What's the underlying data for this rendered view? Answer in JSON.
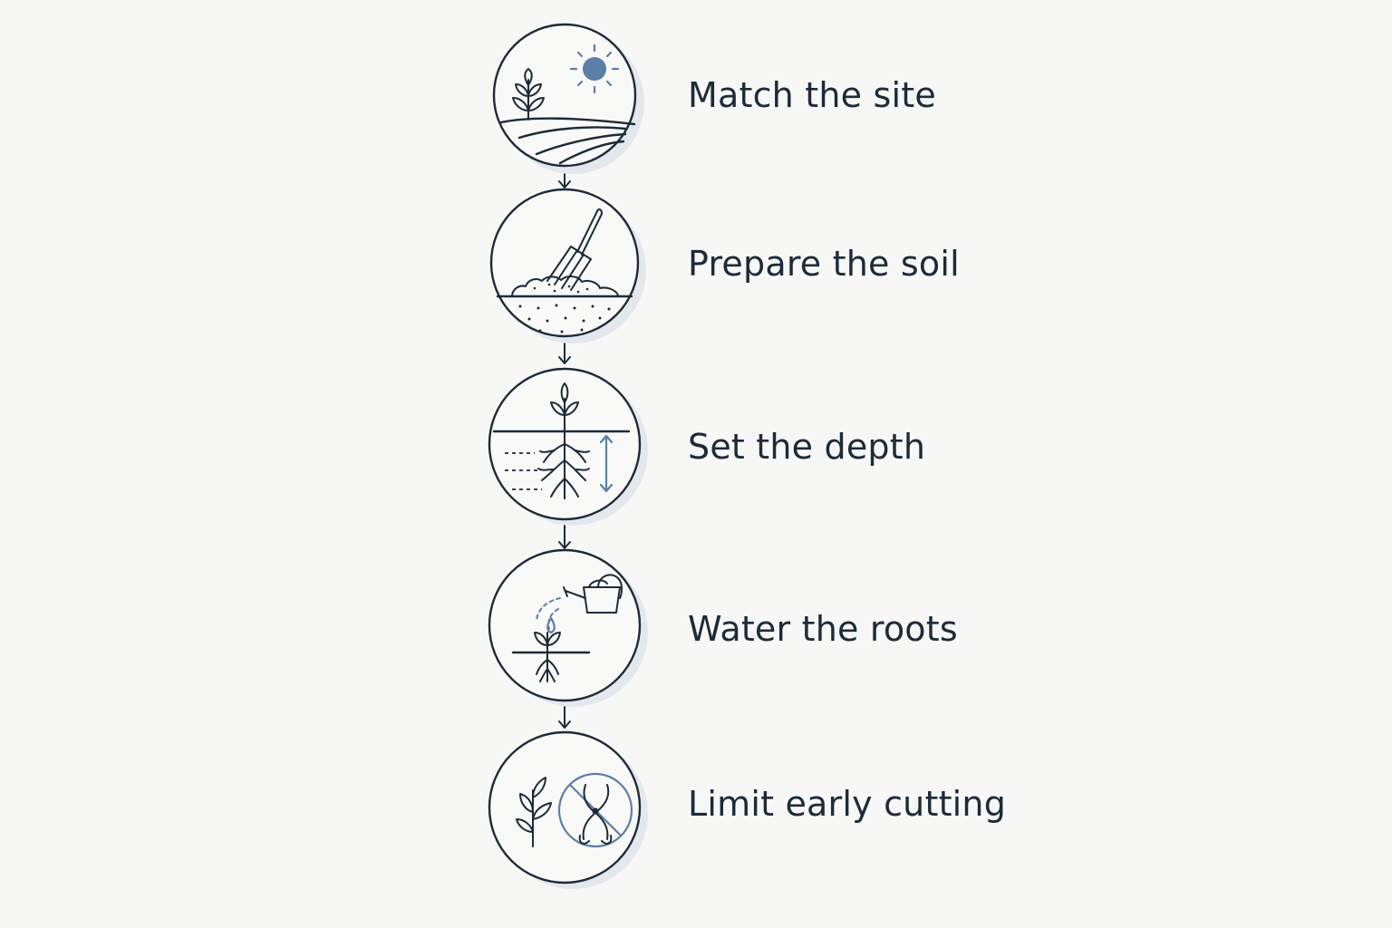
{
  "steps": [
    {
      "label": "Match the site",
      "icon": "plant-sun-field-icon"
    },
    {
      "label": "Prepare the soil",
      "icon": "pitchfork-soil-icon"
    },
    {
      "label": "Set the depth",
      "icon": "roots-depth-icon"
    },
    {
      "label": "Water the roots",
      "icon": "watering-can-sprout-icon"
    },
    {
      "label": "Limit early cutting",
      "icon": "no-pruning-shears-icon"
    }
  ],
  "colors": {
    "ink": "#1c2b3a",
    "accent": "#5b7fa6",
    "background": "#f7f7f5"
  }
}
